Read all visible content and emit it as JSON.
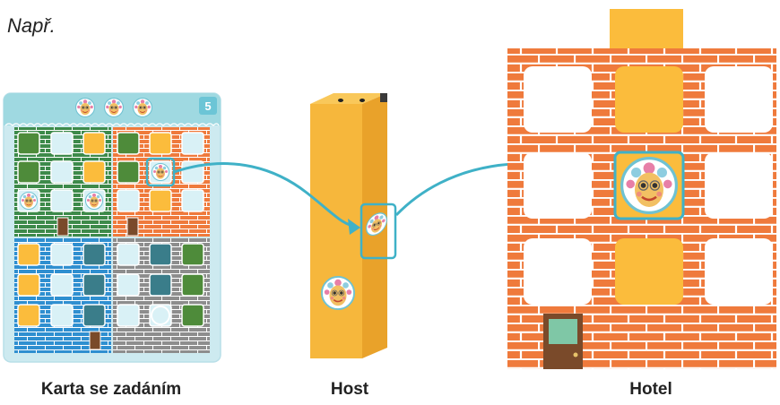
{
  "example_label": "Např.",
  "captions": {
    "card": "Karta se zadáním",
    "guest": "Host",
    "hotel": "Hotel"
  },
  "card": {
    "number": "5"
  },
  "colors": {
    "brick_orange": "#ef7a3c",
    "brick_green": "#3d8a4a",
    "brick_blue": "#2f8fd0",
    "brick_gray": "#8d8d8d",
    "card_bg": "#cdeaf0",
    "card_header": "#9fd9e1",
    "window_yellow": "#fbbc3c",
    "window_green": "#4e8b3a",
    "window_teal": "#3a7d8a",
    "window_light": "#d9f1f6",
    "arrow": "#3fb1c7",
    "guest_block": "#f6b73c",
    "door": "#7a4a2a"
  },
  "icons": [
    "face-token-icon",
    "arrow-icon",
    "door-icon"
  ]
}
